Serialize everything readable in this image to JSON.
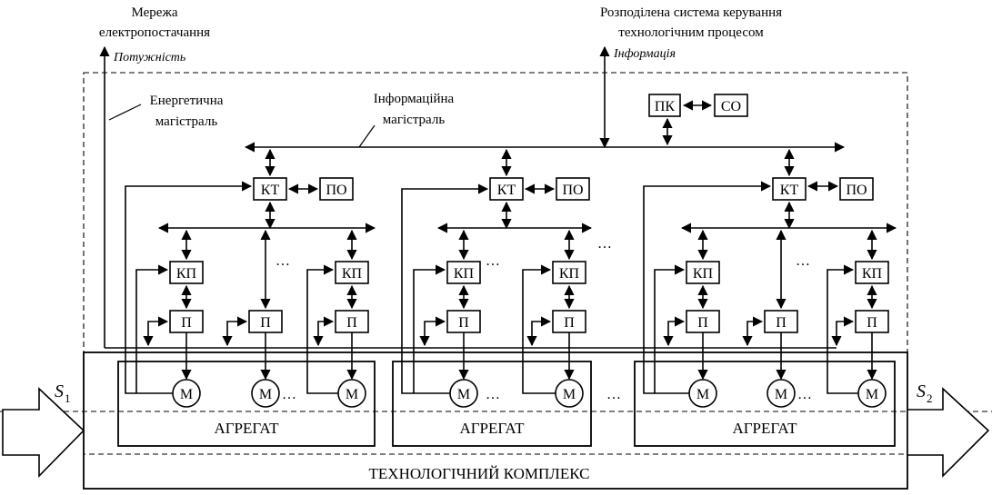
{
  "labels": {
    "power_grid_line1": "Мережа",
    "power_grid_line2": "електропостачання",
    "power_flow": "Потужність",
    "dcs_line1": "Розподілена система керування",
    "dcs_line2": "технологічним процесом",
    "info_flow": "Інформація",
    "energy_bus_line1": "Енергетична",
    "energy_bus_line2": "магістраль",
    "info_bus_line1": "Інформаційна",
    "info_bus_line2": "магістраль",
    "complex": "ТЕХНОЛОГІЧНИЙ КОМПЛЕКС",
    "aggregate": "АГРЕГАТ",
    "s1_main": "S",
    "s1_sub": "1",
    "s2_main": "S",
    "s2_sub": "2",
    "ellipsis": "…"
  },
  "blocks": {
    "pc": "ПК",
    "co": "СО",
    "kt": "КТ",
    "po": "ПО",
    "kp": "КП",
    "p": "П",
    "m": "М"
  }
}
